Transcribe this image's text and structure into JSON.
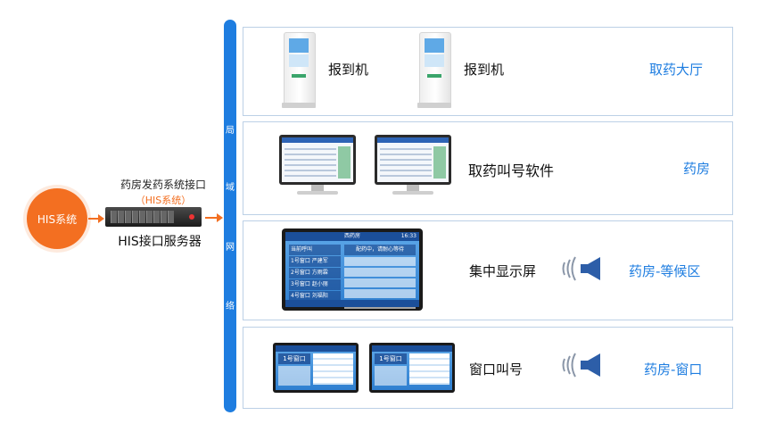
{
  "his_system": {
    "label": "HIS系统"
  },
  "server": {
    "title": "药房发药系统接口",
    "subtitle": "（HIS系统）",
    "name": "HIS接口服务器"
  },
  "lan": {
    "chars": [
      "局",
      "域",
      "网",
      "络"
    ]
  },
  "panels": {
    "hall": {
      "kiosk_label_1": "报到机",
      "kiosk_label_2": "报到机",
      "zone": "取药大厅"
    },
    "pharmacy": {
      "label": "取药叫号软件",
      "zone": "药房"
    },
    "waiting": {
      "label": "集中显示屏",
      "zone": "药房-等候区",
      "display": {
        "title": "西药房",
        "time": "16:33",
        "left_header": "当前呼叫",
        "right_header": "配药中，请耐心等待",
        "calls": [
          {
            "window": "1号窗口",
            "name": "严建军"
          },
          {
            "window": "2号窗口",
            "name": "方雨霖"
          },
          {
            "window": "3号窗口",
            "name": "赵小丽"
          },
          {
            "window": "4号窗口",
            "name": "刘福阳"
          }
        ]
      }
    },
    "window": {
      "label": "窗口叫号",
      "zone": "药房-窗口",
      "display_big": "1号窗口"
    }
  },
  "colors": {
    "accent_orange": "#f36f21",
    "accent_blue": "#1e7de0"
  }
}
